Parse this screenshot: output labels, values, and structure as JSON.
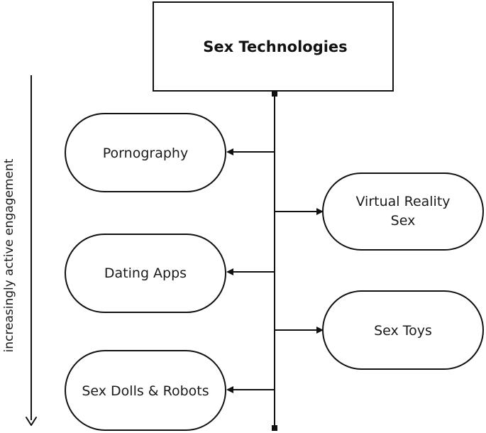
{
  "title": "Sex Technologies",
  "axis_label": "increasingly active engagement",
  "nodes": {
    "pornography": "Pornography",
    "virtual_reality_line1": "Virtual Reality",
    "virtual_reality_line2": "Sex",
    "dating_apps": "Dating Apps",
    "sex_toys": "Sex Toys",
    "sex_dolls_robots": "Sex Dolls & Robots"
  },
  "colors": {
    "stroke": "#111111",
    "text": "#1a1a1a",
    "background": "#ffffff"
  }
}
